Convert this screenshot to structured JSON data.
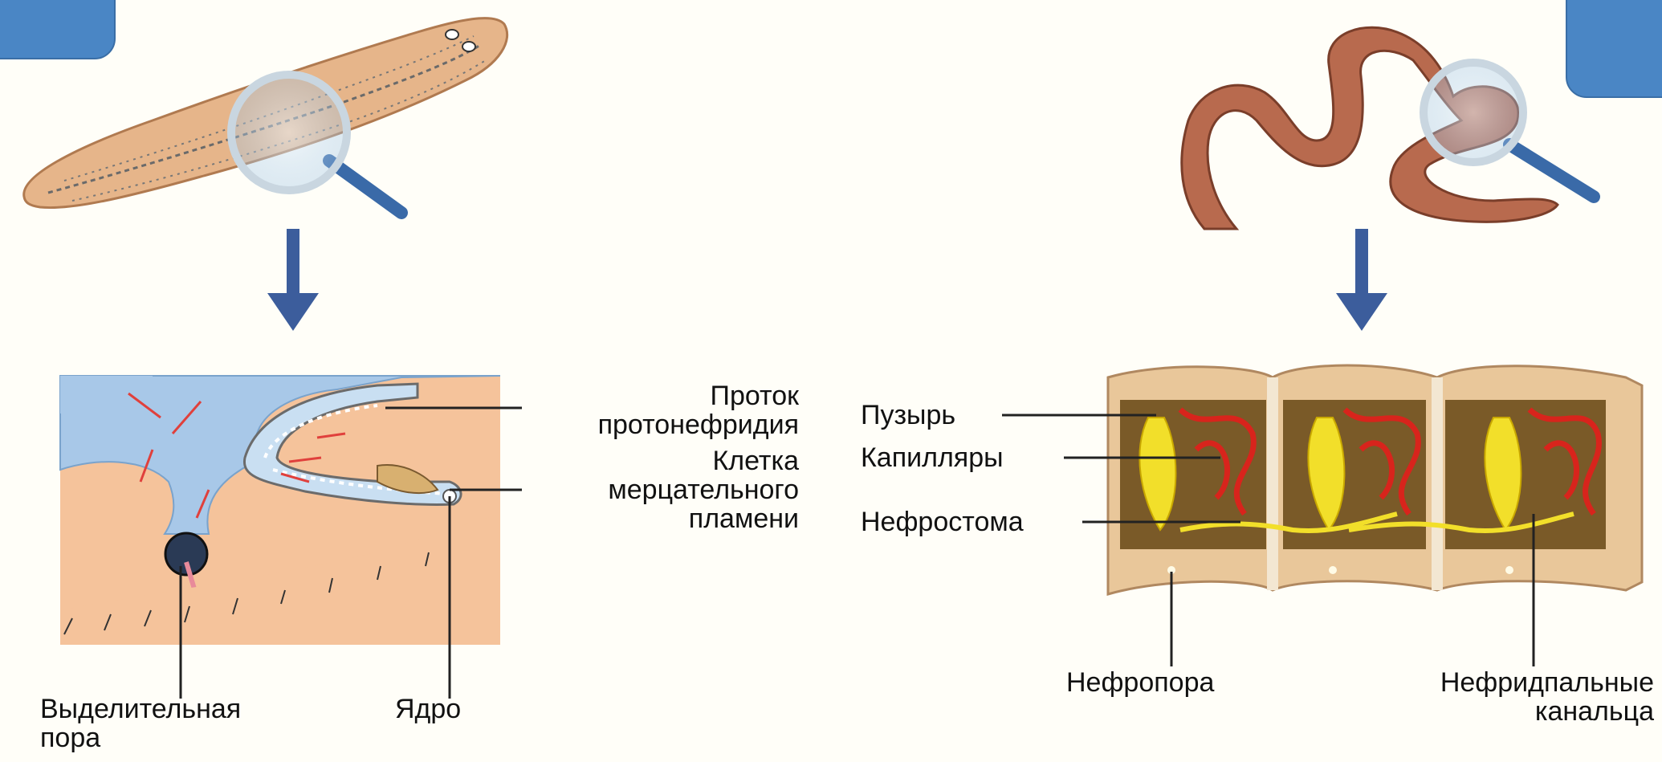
{
  "colors": {
    "background": "#fffef8",
    "badge": "#4a86c5",
    "arrow": "#3c5d9c",
    "flatworm": "#e6b58a",
    "tissue": "#f5c39b",
    "canal": "#a8c8e8",
    "earthworm": "#b86a4e",
    "nephridium_yellow": "#f2df2a",
    "capillary_red": "#d8241c"
  },
  "flatworm_diagram": {
    "labels": {
      "protonephridium_duct": [
        "Проток",
        "протонефридия"
      ],
      "flame_cell": [
        "Клетка",
        "мерцательного",
        "пламени"
      ],
      "excretory_pore": [
        "Выделительная",
        "пора"
      ],
      "nucleus": "Ядро"
    }
  },
  "earthworm_diagram": {
    "labels": {
      "bladder": "Пузырь",
      "capillaries": "Капилляры",
      "nephrostome": "Нефростома",
      "nephropore": "Нефропора",
      "nephridial_tubules": [
        "Нефридпальные",
        "канальца"
      ]
    }
  }
}
